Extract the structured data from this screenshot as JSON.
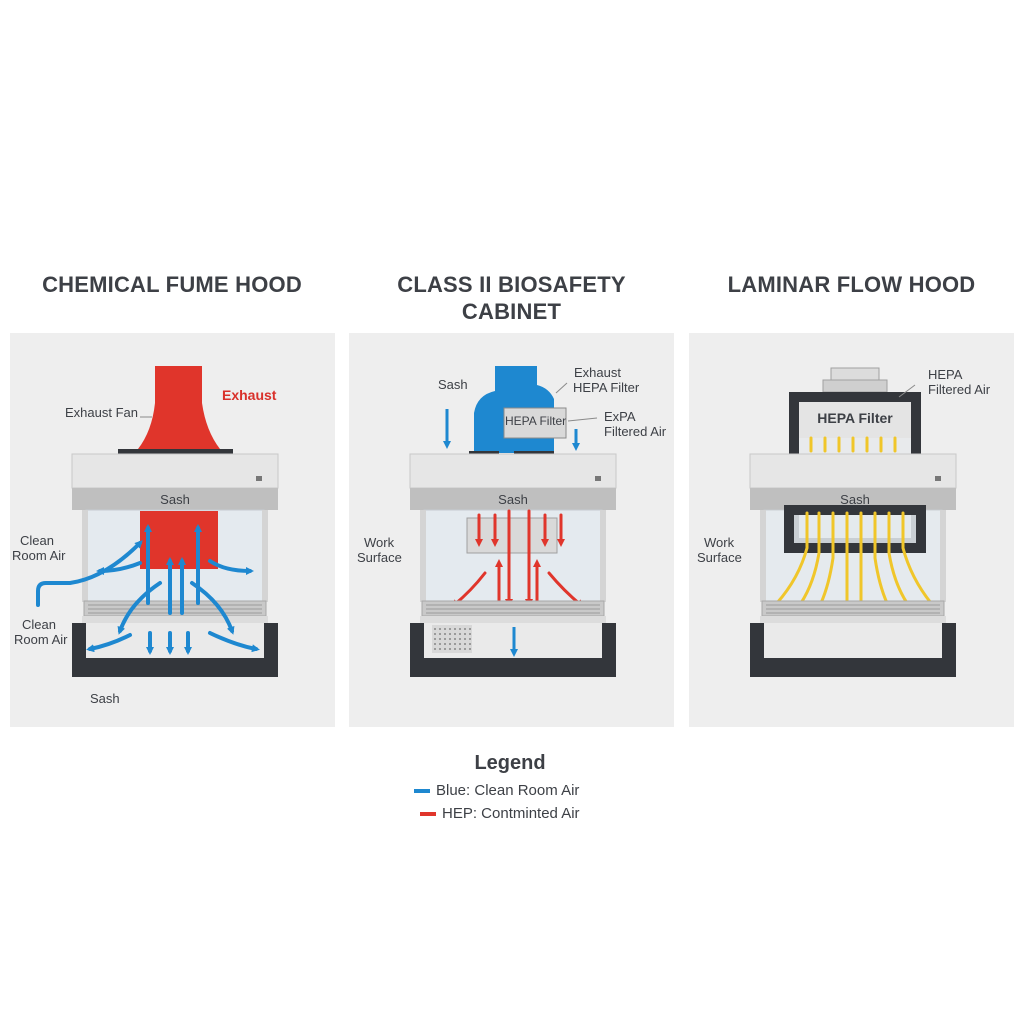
{
  "titles": {
    "fume": "CHEMICAL FUME HOOD",
    "bio_line1": "CLASS II BIOSAFETY",
    "bio_line2": "CABINET",
    "laminar": "LAMINAR FLOW HOOD"
  },
  "fume": {
    "exhaust": "Exhaust",
    "exhaust_fan": "Exhaust Fan",
    "sash_top": "Sash",
    "clean_room_air_1_line1": "Clean",
    "clean_room_air_1_line2": "Room Air",
    "clean_room_air_2_line1": "Clean",
    "clean_room_air_2_line2": "Room Air",
    "sash_bottom": "Sash"
  },
  "bio": {
    "sash_label": "Sash",
    "exhaust_hepa_line1": "Exhaust",
    "exhaust_hepa_line2": "HEPA Filter",
    "hepa_filter": "HEPA Filter",
    "expa_line1": "ExPA",
    "expa_line2": "Filtered Air",
    "sash_bar": "Sash",
    "work_surface_line1": "Work",
    "work_surface_line2": "Surface"
  },
  "laminar": {
    "hepa_filtered_line1": "HEPA",
    "hepa_filtered_line2": "Filtered Air",
    "hepa_filter": "HEPA Filter",
    "sash_bar": "Sash",
    "work_surface_line1": "Work",
    "work_surface_line2": "Surface"
  },
  "legend": {
    "title": "Legend",
    "items": [
      {
        "text": "Blue: Clean Room Air",
        "color": "#1e88d0"
      },
      {
        "text": "HEP: Contminted Air",
        "color": "#e0352b"
      }
    ]
  },
  "colors": {
    "clean_air": "#1e88d0",
    "contaminated_air": "#e0352b",
    "filtered_air": "#f0c62a",
    "cabinet_dark": "#33363b"
  }
}
